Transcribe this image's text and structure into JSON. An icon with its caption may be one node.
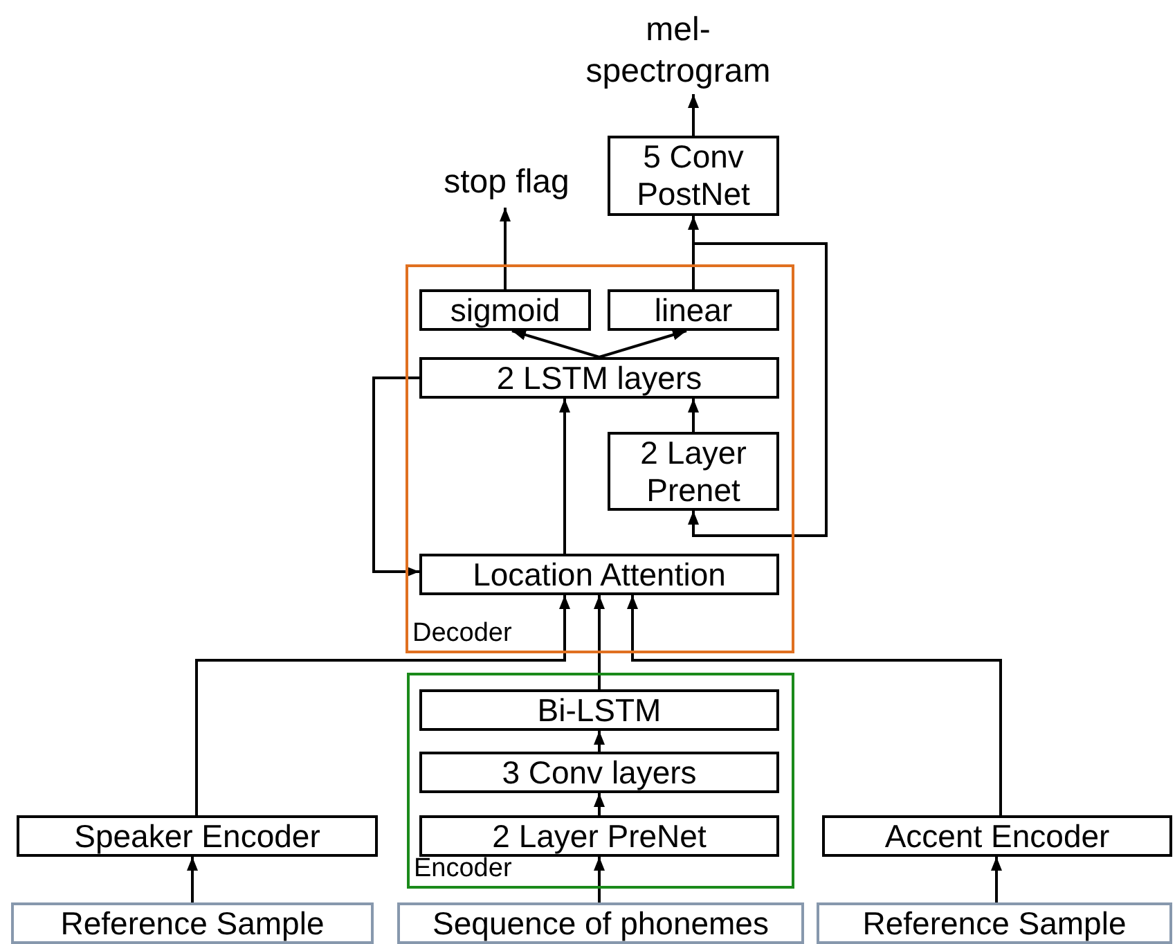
{
  "diagram": {
    "nodes": [
      {
        "text": [
          "mel- spectrogram"
        ]
      },
      {
        "text": [
          "5 Conv PostNet"
        ]
      },
      {
        "text": [
          "stop flag"
        ]
      },
      {
        "text": [
          "Decoder"
        ]
      },
      {
        "text": [
          "sigmoid"
        ],
        "in": 3
      },
      {
        "text": [
          "linear"
        ],
        "in": 3
      },
      {
        "text": [
          "2 LSTM layers"
        ],
        "in": 3
      },
      {
        "text": [
          "2 Layer Prenet"
        ],
        "in": 3
      },
      {
        "text": [
          "Location Attention"
        ],
        "in": 3
      },
      {
        "text": [
          "Encoder"
        ]
      },
      {
        "text": [
          "Bi-LSTM"
        ],
        "in": 9
      },
      {
        "text": [
          "3 Conv layers"
        ],
        "in": 9
      },
      {
        "text": [
          "2 Layer PreNet"
        ],
        "in": 9
      },
      {
        "text": [
          "Speaker Encoder"
        ]
      },
      {
        "text": [
          "Accent Encoder"
        ]
      },
      {
        "text": [
          "Reference Sample"
        ]
      },
      {
        "text": [
          "Sequence of phonemes"
        ]
      },
      {
        "text": [
          "Reference Sample"
        ]
      }
    ],
    "edges": [
      {
        "from": 1,
        "to": 0,
        "arrow": "to"
      },
      {
        "from": 4,
        "to": 2,
        "arrow": "to"
      },
      {
        "from": 5,
        "to": 1,
        "arrow": "to"
      },
      {
        "from": 5,
        "to": 7,
        "arrow": "to"
      },
      {
        "from": 6,
        "to": 4,
        "arrow": "to"
      },
      {
        "from": 6,
        "to": 5,
        "arrow": "to"
      },
      {
        "from": 7,
        "to": 6,
        "arrow": "to"
      },
      {
        "from": 8,
        "to": 6,
        "arrow": "to"
      },
      {
        "from": 6,
        "to": 8,
        "arrow": "to"
      },
      {
        "from": 10,
        "to": 8,
        "arrow": "to"
      },
      {
        "from": 13,
        "to": 8,
        "arrow": "to"
      },
      {
        "from": 14,
        "to": 8,
        "arrow": "to"
      },
      {
        "from": 11,
        "to": 10,
        "arrow": "to"
      },
      {
        "from": 12,
        "to": 11,
        "arrow": "to"
      },
      {
        "from": 16,
        "to": 12,
        "arrow": "to"
      },
      {
        "from": 15,
        "to": 13,
        "arrow": "to"
      },
      {
        "from": 17,
        "to": 14,
        "arrow": "to"
      }
    ]
  }
}
